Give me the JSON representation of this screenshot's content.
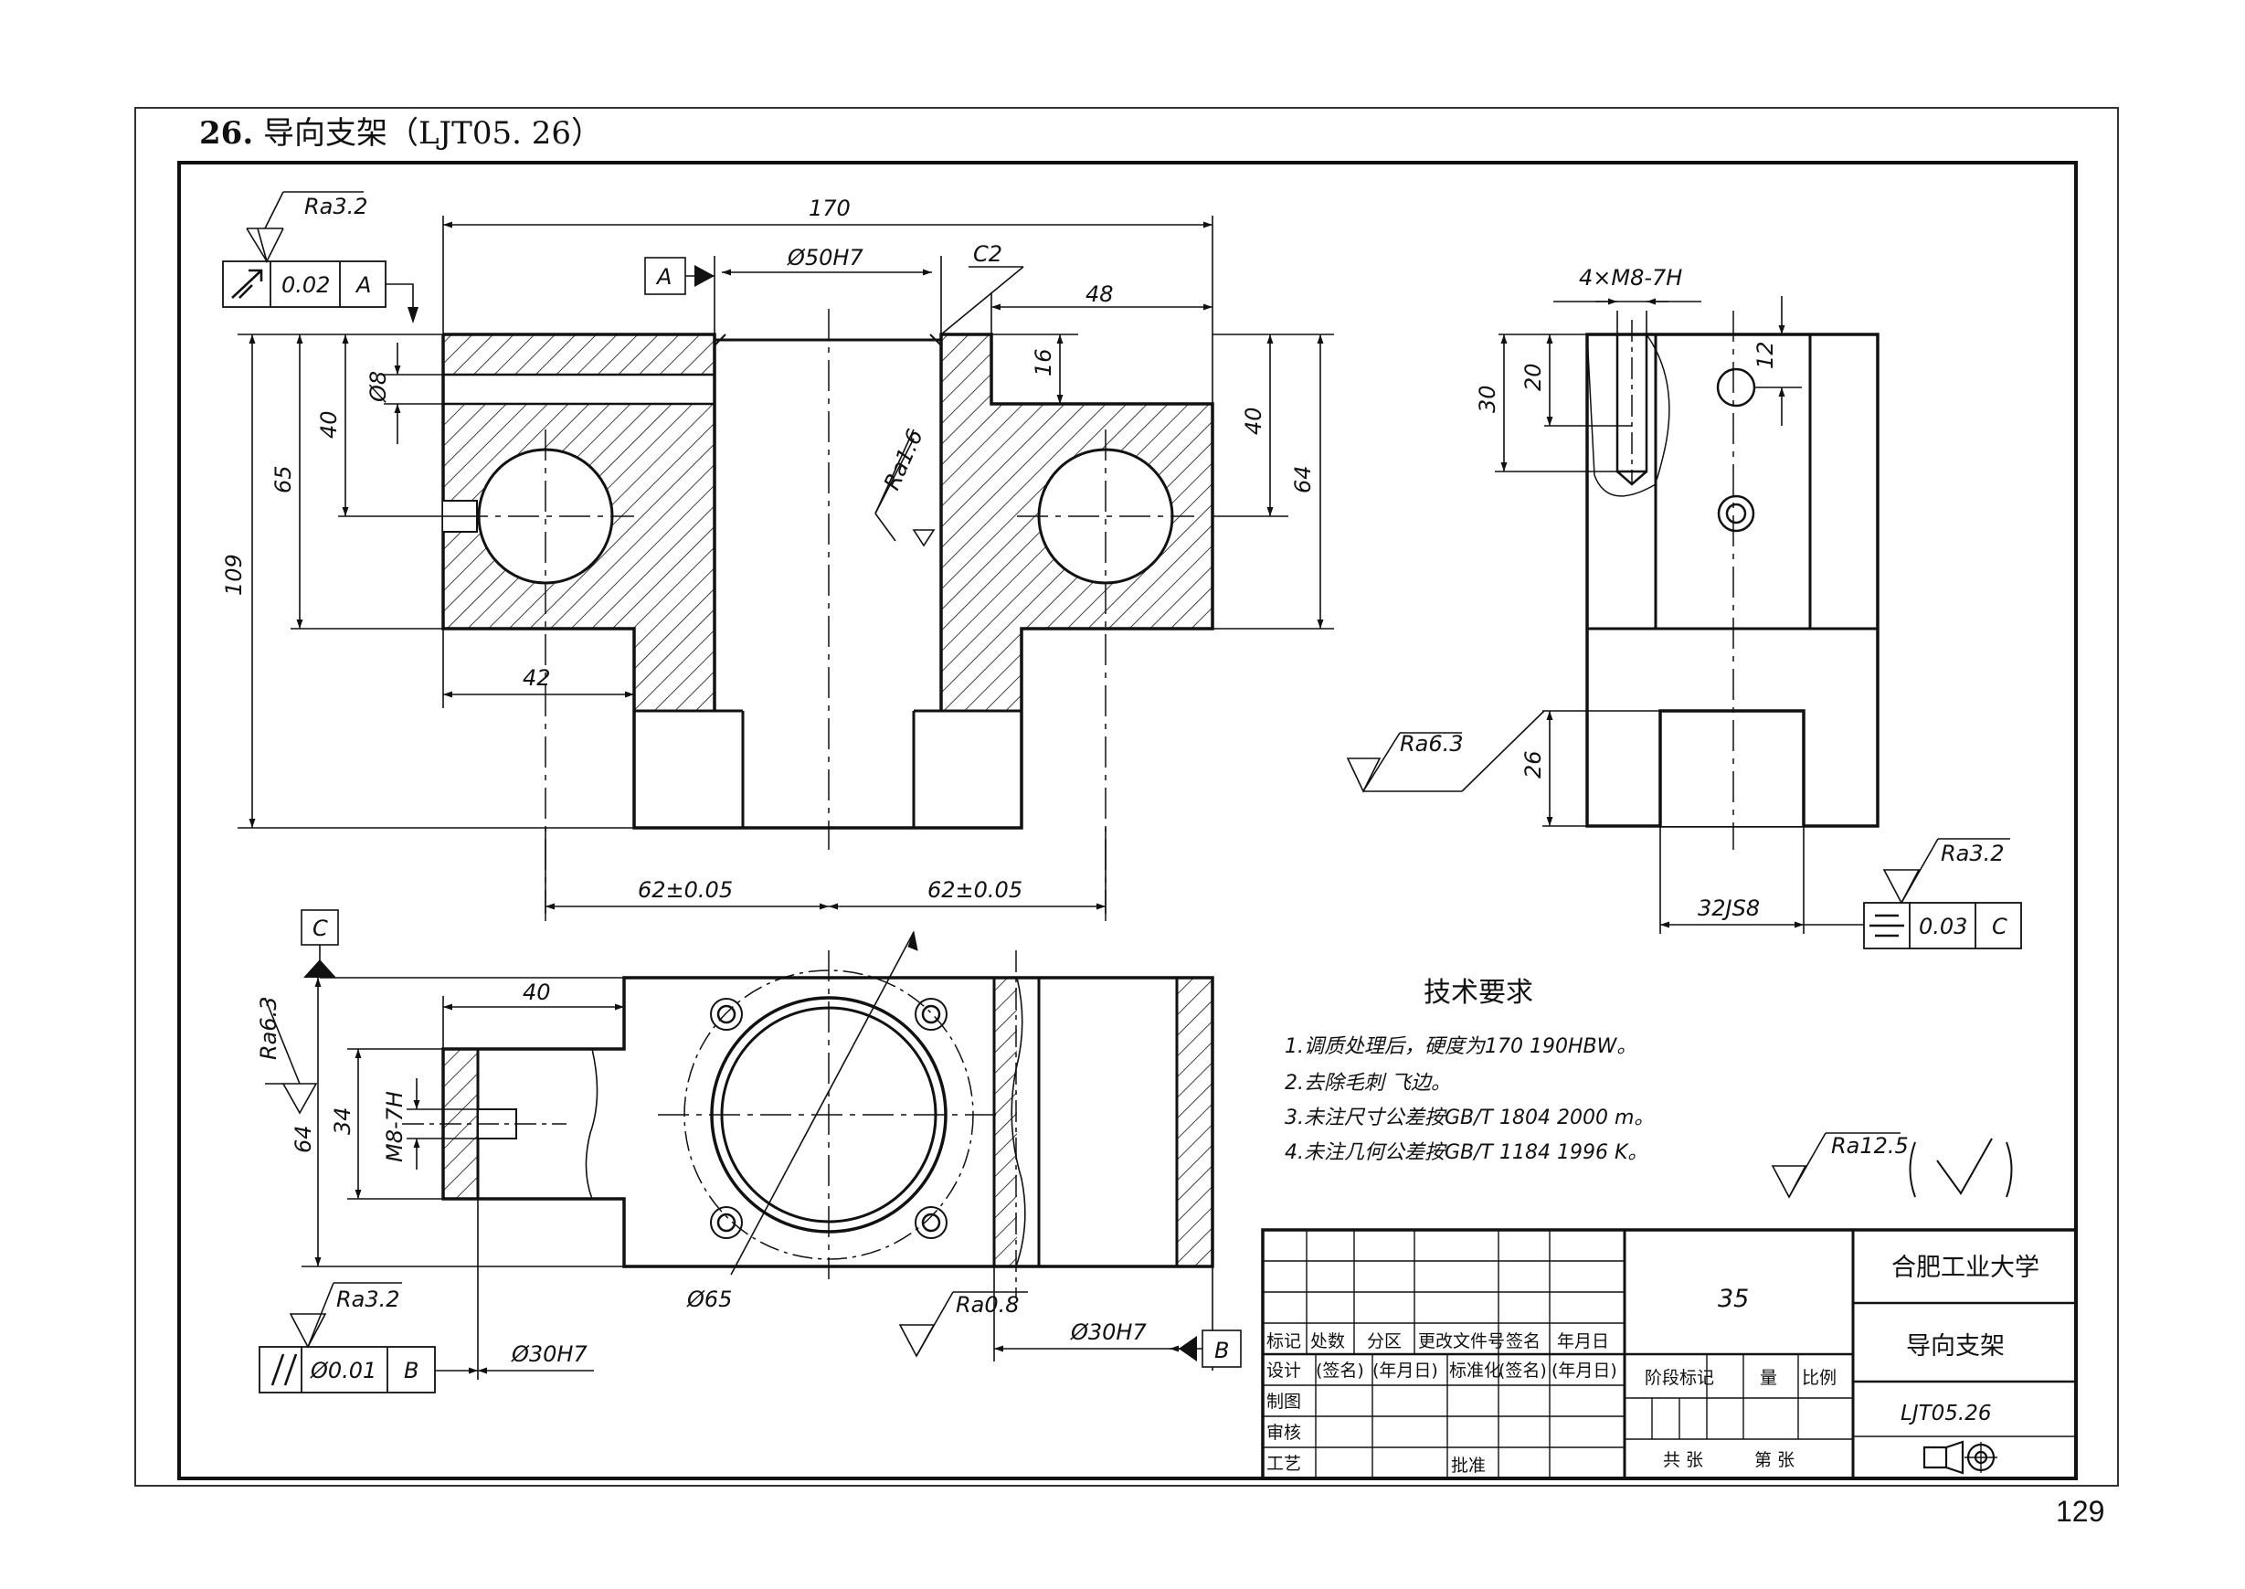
{
  "title": {
    "number": "26.",
    "text": "导向支架（LJT05. 26）"
  },
  "page_number": "129",
  "dimensions": {
    "d170": "170",
    "d48": "48",
    "bore_main": "Ø50H7",
    "chamfer": "C2",
    "d16": "16",
    "d40_right": "40",
    "d64_right": "64",
    "d8": "Ø8",
    "d40_left": "40",
    "d65": "65",
    "d109": "109",
    "d42": "42",
    "d62_left": "62±0.05",
    "d62_right": "62±0.05",
    "thread_side": "4×M8-7H",
    "d12": "12",
    "d20": "20",
    "d30": "30",
    "d26": "26",
    "slot": "32JS8",
    "d40_top": "40",
    "d34": "34",
    "d64_top": "64",
    "thread_top": "M8-7H",
    "d65_circle": "Ø65",
    "bore_left": "Ø30H7",
    "bore_right": "Ø30H7"
  },
  "surface_finish": {
    "ra32_top": "Ra3.2",
    "ra16": "Ra1.6",
    "ra63_side": "Ra6.3",
    "ra32_slot": "Ra3.2",
    "ra63_top": "Ra6.3",
    "ra32_bottom": "Ra3.2",
    "ra08": "Ra0.8",
    "ra125": "Ra12.5"
  },
  "tolerances": {
    "runout": {
      "value": "0.02",
      "datum": "A"
    },
    "symmetry": {
      "value": "0.03",
      "datum": "C"
    },
    "parallel": {
      "value": "Ø0.01",
      "datum": "B"
    }
  },
  "datums": {
    "a": "A",
    "b": "B",
    "c": "C"
  },
  "tech_requirements": {
    "heading": "技术要求",
    "items": [
      "1.调质处理后，硬度为170   190HBW。",
      "2.去除毛刺  飞边。",
      "3.未注尺寸公差按GB/T 1804    2000    m。",
      "4.未注几何公差按GB/T 1184    1996    K。"
    ]
  },
  "title_block": {
    "material": "35",
    "school": "合肥工业大学",
    "part_name": "导向支架",
    "drawing_no": "LJT05.26",
    "row_headers": [
      "标记",
      "处数",
      "分区",
      "更改文件号",
      "签名",
      "年月日"
    ],
    "design_row": [
      "设计",
      "(签名)",
      "(年月日)",
      "标准化",
      "(签名)",
      "(年月日)"
    ],
    "labels": {
      "draw": "制图",
      "check": "审核",
      "process": "工艺",
      "approve": "批准",
      "stage": "阶段标记",
      "weight": "量",
      "scale": "比例",
      "total": "共    张",
      "sheet": "第    张"
    }
  }
}
